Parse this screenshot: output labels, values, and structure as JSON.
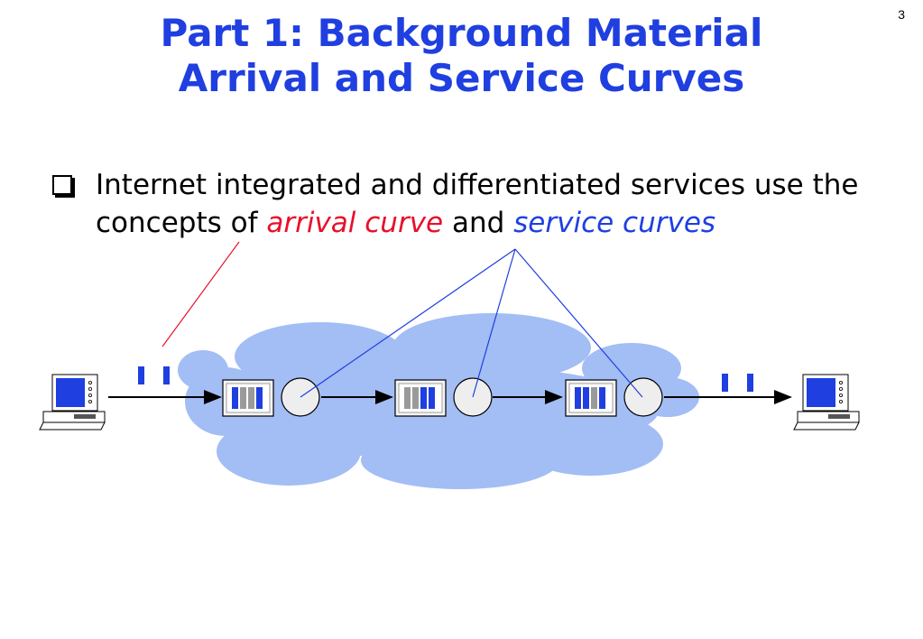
{
  "page_number": "3",
  "title": {
    "line1": "Part 1: Background Material",
    "line2": "Arrival and Service Curves"
  },
  "bullet": {
    "part1": "Internet integrated and differentiated services use the concepts of ",
    "arrival_curve": "arrival curve",
    "and": " and ",
    "service_curves": "service curves"
  },
  "colors": {
    "title": "#1f3fe0",
    "arrival_highlight": "#e8102a",
    "service_highlight": "#1f3fe0",
    "cloud": "#a3bdf5",
    "server": "#eeeeee",
    "queue_blue": "#1f3fe0",
    "queue_gray": "#9a9a9a"
  },
  "icons": {
    "source_host": "computer-icon",
    "destination_host": "computer-icon"
  },
  "nodes": [
    {
      "queue_packets": [
        "blue",
        "gray",
        "gray",
        "blue"
      ]
    },
    {
      "queue_packets": [
        "gray",
        "gray",
        "blue",
        "blue"
      ]
    },
    {
      "queue_packets": [
        "blue",
        "blue",
        "gray",
        "blue"
      ]
    }
  ]
}
